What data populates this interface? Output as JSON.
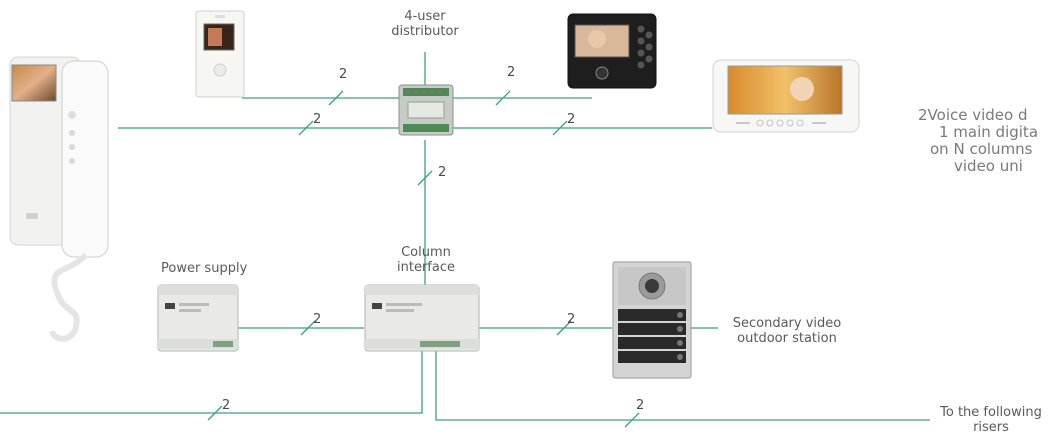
{
  "labels": {
    "distributor_line1": "4-user",
    "distributor_line2": "distributor",
    "column_line1": "Column",
    "column_line2": "interface",
    "power_supply": "Power supply",
    "secondary_line1": "Secondary video",
    "secondary_line2": "outdoor station",
    "following_line1": "To the following",
    "following_line2": "risers"
  },
  "wire_counts": {
    "w1": "2",
    "w2": "2",
    "w3": "2",
    "w4": "2",
    "w5": "2",
    "w6": "2",
    "w7": "2",
    "w8": "2",
    "w9": "2"
  },
  "description": {
    "line1": "2Voice video d",
    "line2": "1 main digita",
    "line3": "on N columns",
    "line4": "video uni"
  },
  "colors": {
    "wire": "#3aa37a",
    "device_white": "#f4f4f2",
    "device_black": "#1e1e1e"
  }
}
